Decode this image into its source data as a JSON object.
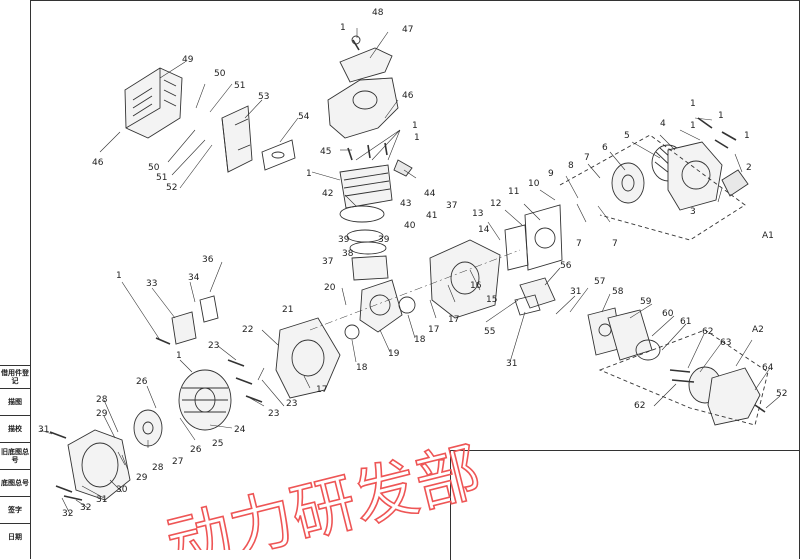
{
  "side_table": [
    "借用件登记",
    "描图",
    "描校",
    "旧底图总号",
    "底图总号",
    "签字",
    "日期"
  ],
  "watermark": "动力研发部",
  "labels": {
    "n1a": "1",
    "n48": "48",
    "n47": "47",
    "n49": "49",
    "n50a": "50",
    "n51a": "51",
    "n53": "53",
    "n46a": "46",
    "n46b": "46",
    "n54": "54",
    "n50b": "50",
    "n51b": "51",
    "n52a": "52",
    "n45": "45",
    "n1b": "1",
    "n12a": "1",
    "n42": "42",
    "n43": "43",
    "n44": "44",
    "n39a": "39",
    "n39b": "39",
    "n38": "38",
    "n40": "40",
    "n41": "41",
    "n37a": "37",
    "n37b": "37",
    "n1c": "1",
    "n1d": "1",
    "n1e": "1",
    "n4": "4",
    "n5": "5",
    "n6": "6",
    "n7a": "7",
    "n8": "8",
    "n9": "9",
    "n10": "10",
    "n11": "11",
    "n12": "12",
    "n13": "13",
    "n14": "14",
    "n7b": "7",
    "n7c": "7",
    "n2": "2",
    "n3": "3",
    "a1": "A1",
    "n36": "36",
    "n34": "34",
    "n33": "33",
    "n1f": "1",
    "n20": "20",
    "n16": "16",
    "n15": "15",
    "n17a": "17",
    "n17b": "17",
    "n21": "21",
    "n18a": "18",
    "n19": "19",
    "n18b": "18",
    "n55": "55",
    "n56": "56",
    "n57": "57",
    "n58": "58",
    "n31a": "31",
    "n31b": "31",
    "n22": "22",
    "n23a": "23",
    "n23b": "23",
    "n23c": "23",
    "n1g": "1",
    "n26a": "26",
    "n26b": "26",
    "n24": "24",
    "n25": "25",
    "n27": "27",
    "n28a": "28",
    "n28b": "28",
    "n29a": "29",
    "n29b": "29",
    "n30": "30",
    "n31c": "31",
    "n31d": "31",
    "n32a": "32",
    "n32b": "32",
    "n17c": "17",
    "n59": "59",
    "n60": "60",
    "n61": "61",
    "n62a": "62",
    "n62b": "62",
    "n63": "63",
    "a2": "A2",
    "n64": "64",
    "n52b": "52",
    "n1h": "1",
    "n1i": "1"
  }
}
